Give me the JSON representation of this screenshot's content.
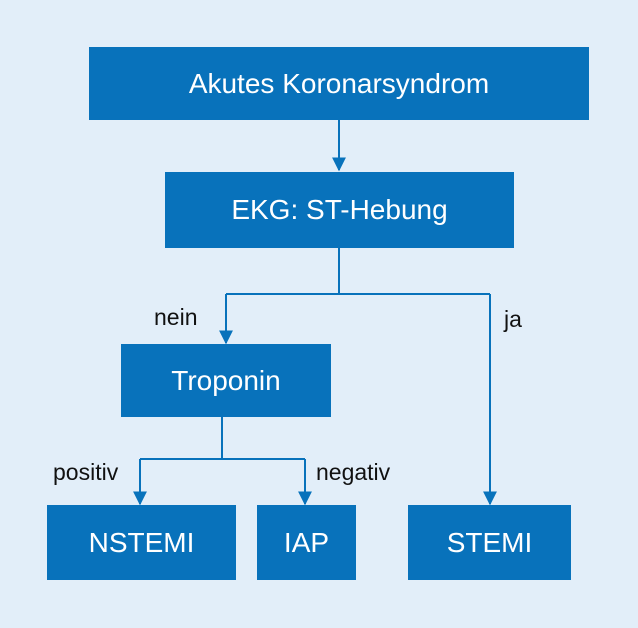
{
  "diagram": {
    "nodes": {
      "acs": "Akutes Koronarsyndrom",
      "ekg": "EKG: ST-Hebung",
      "troponin": "Troponin",
      "nstemi": "NSTEMI",
      "iap": "IAP",
      "stemi": "STEMI"
    },
    "edge_labels": {
      "nein": "nein",
      "ja": "ja",
      "positiv": "positiv",
      "negativ": "negativ"
    }
  },
  "colors": {
    "background": "#e2eef9",
    "node_fill": "#0872bb",
    "node_text": "#ffffff",
    "connector": "#0872bb",
    "label_text": "#111111"
  }
}
